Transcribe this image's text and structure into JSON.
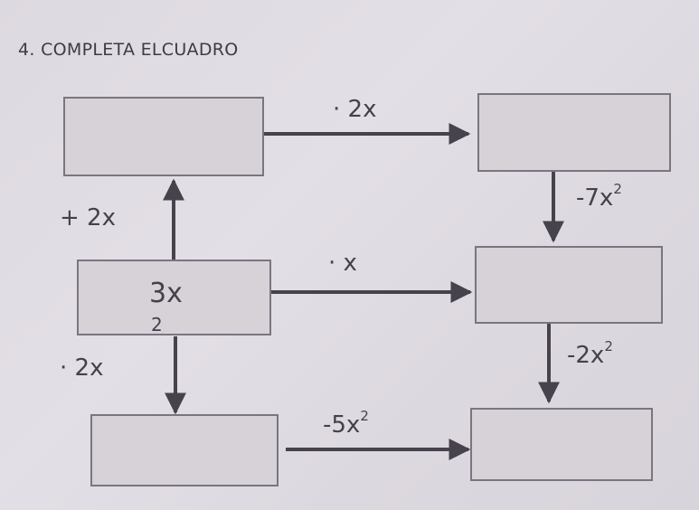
{
  "header": {
    "title": "4. COMPLETA ELCUADRO"
  },
  "diagram": {
    "boxes": {
      "top_left": {
        "value": ""
      },
      "top_right": {
        "value": ""
      },
      "middle_left": {
        "value": "3x",
        "subscript": "2"
      },
      "middle_right": {
        "value": ""
      },
      "bottom_left": {
        "value": ""
      },
      "bottom_right": {
        "value": ""
      }
    },
    "operations": {
      "top_left_to_top_right": {
        "prefix": "· ",
        "value": "2x"
      },
      "middle_left_to_top_left": {
        "value": "+ 2x"
      },
      "top_right_to_middle_right": {
        "value": "-7x",
        "exponent": "2"
      },
      "middle_left_to_middle_right": {
        "value": "· x"
      },
      "middle_left_to_bottom_left": {
        "value": "· 2x"
      },
      "middle_right_to_bottom_right": {
        "value": "-2x",
        "exponent": "2"
      },
      "bottom_left_to_bottom_right": {
        "value": "-5x",
        "exponent": "2"
      }
    },
    "colors": {
      "background": "#e0dce3",
      "box_fill": "#d6d2d8",
      "box_border": "#7a7680",
      "arrow": "#47434d",
      "text": "#45414b"
    }
  }
}
